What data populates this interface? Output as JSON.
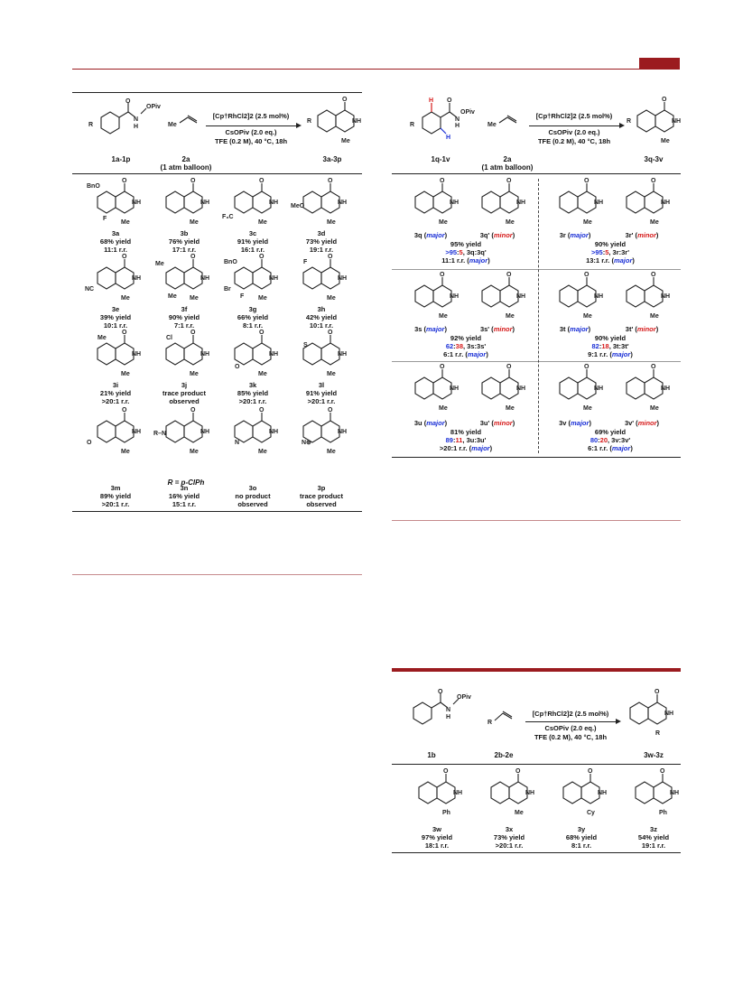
{
  "colors": {
    "accent": "#9b1b1f",
    "major": "#1a2fd6",
    "minor": "#d61a1a"
  },
  "table1": {
    "reactant1": "1a-1p",
    "reactant2": "2a",
    "reactant2_note": "(1 atm balloon)",
    "product": "3a-3p",
    "cond1": "[Cp†RhCl2]2 (2.5 mol%)",
    "cond2": "CsOPiv (2.0 eq.)",
    "cond3": "TFE (0.2 M), 40 °C, 18h",
    "entries": [
      {
        "id": "3a",
        "l1": "68% yield",
        "l2": "11:1 r.r."
      },
      {
        "id": "3b",
        "l1": "76% yield",
        "l2": "17:1 r.r."
      },
      {
        "id": "3c",
        "l1": "91% yield",
        "l2": "16:1 r.r."
      },
      {
        "id": "3d",
        "l1": "73% yield",
        "l2": "19:1 r.r."
      },
      {
        "id": "3e",
        "l1": "39% yield",
        "l2": "10:1 r.r."
      },
      {
        "id": "3f",
        "l1": "90% yield",
        "l2": "7:1 r.r."
      },
      {
        "id": "3g",
        "l1": "66% yield",
        "l2": "8:1 r.r."
      },
      {
        "id": "3h",
        "l1": "42% yield",
        "l2": "10:1 r.r."
      },
      {
        "id": "3i",
        "l1": "21% yield",
        "l2": ">20:1 r.r."
      },
      {
        "id": "3j",
        "l1": "trace product",
        "l2": "observed"
      },
      {
        "id": "3k",
        "l1": "85% yield",
        "l2": ">20:1 r.r."
      },
      {
        "id": "3l",
        "l1": "91% yield",
        "l2": ">20:1 r.r."
      },
      {
        "id": "3m",
        "l1": "89% yield",
        "l2": ">20:1 r.r."
      },
      {
        "id": "3n",
        "l1": "16% yield",
        "l2": "15:1 r.r."
      },
      {
        "id": "3o",
        "l1": "no product",
        "l2": "observed"
      },
      {
        "id": "3p",
        "l1": "trace product",
        "l2": "observed"
      }
    ],
    "r_note": "R = p-ClPh"
  },
  "table2": {
    "reactant1": "1q-1v",
    "reactant2": "2a",
    "reactant2_note": "(1 atm balloon)",
    "product": "3q-3v",
    "groups": [
      {
        "a": "3q",
        "b": "3q'",
        "yield": "95% yield",
        "ratio_a": ">95",
        "ratio_b": "5",
        "ratio_tail": ", 3q:3q'",
        "rr": "11:1 r.r.",
        "rr_tag": "major"
      },
      {
        "a": "3r",
        "b": "3r'",
        "yield": "90% yield",
        "ratio_a": ">95",
        "ratio_b": "5",
        "ratio_tail": ", 3r:3r'",
        "rr": "13:1 r.r.",
        "rr_tag": "major"
      },
      {
        "a": "3s",
        "b": "3s'",
        "yield": "92% yield",
        "ratio_a": "62",
        "ratio_b": "38",
        "ratio_tail": ", 3s:3s'",
        "rr": "6:1 r.r.",
        "rr_tag": "major"
      },
      {
        "a": "3t",
        "b": "3t'",
        "yield": "90% yield",
        "ratio_a": "82",
        "ratio_b": "18",
        "ratio_tail": ", 3t:3t'",
        "rr": "9:1 r.r.",
        "rr_tag": "major"
      },
      {
        "a": "3u",
        "b": "3u'",
        "yield": "81% yield",
        "ratio_a": "89",
        "ratio_b": "11",
        "ratio_tail": ", 3u:3u'",
        "rr": ">20:1 r.r.",
        "rr_tag": "major"
      },
      {
        "a": "3v",
        "b": "3v'",
        "yield": "69% yield",
        "ratio_a": "80",
        "ratio_b": "20",
        "ratio_tail": ", 3v:3v'",
        "rr": "6:1 r.r.",
        "rr_tag": "major"
      }
    ],
    "tag_major": "major",
    "tag_minor": "minor"
  },
  "table3": {
    "reactant1": "1b",
    "reactant2": "2b-2e",
    "product": "3w-3z",
    "entries": [
      {
        "id": "3w",
        "l1": "97% yield",
        "l2": "18:1 r.r."
      },
      {
        "id": "3x",
        "l1": "73% yield",
        "l2": ">20:1 r.r."
      },
      {
        "id": "3y",
        "l1": "68% yield",
        "l2": "8:1 r.r."
      },
      {
        "id": "3z",
        "l1": "54% yield",
        "l2": "19:1 r.r."
      }
    ]
  }
}
